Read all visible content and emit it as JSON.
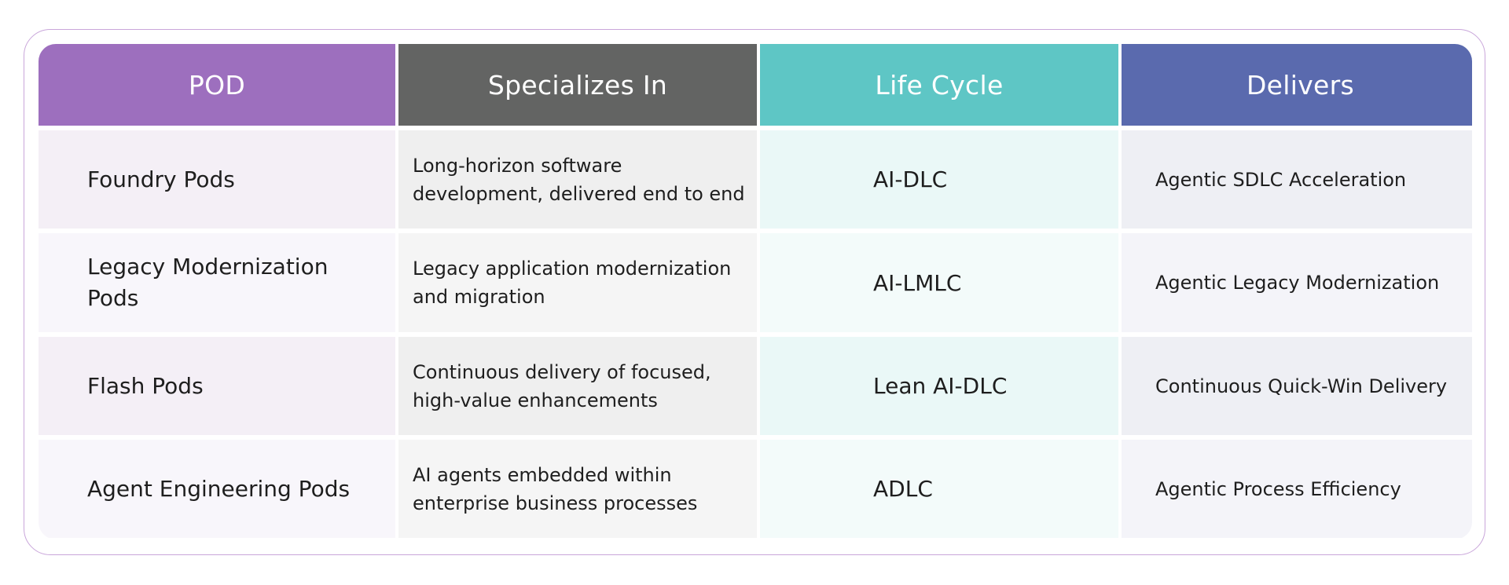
{
  "colors": {
    "border": "#c9a6da",
    "header_pod": "#9d6fbe",
    "header_spec": "#636463",
    "header_life": "#5ec6c5",
    "header_deliv": "#5a6aae",
    "row_odd": [
      "#f4eff6",
      "#efefef",
      "#eaf8f7",
      "#eeeff4"
    ],
    "row_even": [
      "#f8f6fb",
      "#f5f5f5",
      "#f3fbfa",
      "#f4f4f9"
    ]
  },
  "table": {
    "headers": [
      "POD",
      "Specializes In",
      "Life Cycle",
      "Delivers"
    ],
    "rows": [
      {
        "pod": "Foundry Pods",
        "specializes": "Long-horizon software development, delivered end to end",
        "lifecycle": "AI-DLC",
        "delivers": "Agentic SDLC Acceleration"
      },
      {
        "pod": "Legacy Modernization Pods",
        "specializes": "Legacy application modernization and migration",
        "lifecycle": "AI-LMLC",
        "delivers": "Agentic Legacy Modernization"
      },
      {
        "pod": "Flash Pods",
        "specializes": "Continuous delivery of focused, high-value enhancements",
        "lifecycle": "Lean AI-DLC",
        "delivers": "Continuous Quick-Win Delivery"
      },
      {
        "pod": "Agent Engineering Pods",
        "specializes": "AI agents embedded within enterprise business processes",
        "lifecycle": "ADLC",
        "delivers": "Agentic Process Efficiency"
      }
    ]
  }
}
